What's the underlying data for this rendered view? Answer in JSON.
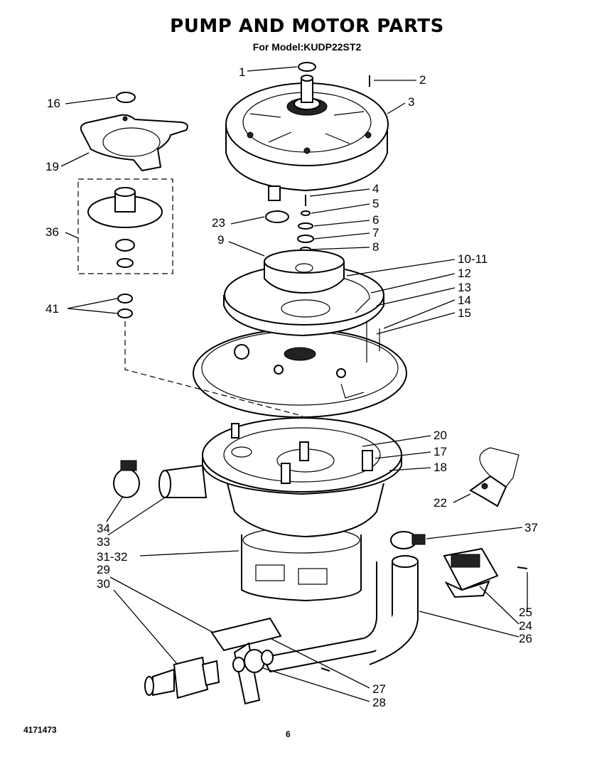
{
  "title": "PUMP AND MOTOR PARTS",
  "subtitle": "For Model:KUDP22ST2",
  "footer": {
    "doc_number": "4171473",
    "page_number": "6"
  },
  "callouts": [
    {
      "id": "c1",
      "text": "1"
    },
    {
      "id": "c2",
      "text": "2"
    },
    {
      "id": "c3",
      "text": "3"
    },
    {
      "id": "c4",
      "text": "4"
    },
    {
      "id": "c5",
      "text": "5"
    },
    {
      "id": "c6",
      "text": "6"
    },
    {
      "id": "c7",
      "text": "7"
    },
    {
      "id": "c8",
      "text": "8"
    },
    {
      "id": "c9",
      "text": "9"
    },
    {
      "id": "c10",
      "text": "10-11"
    },
    {
      "id": "c12",
      "text": "12"
    },
    {
      "id": "c13",
      "text": "13"
    },
    {
      "id": "c14",
      "text": "14"
    },
    {
      "id": "c15",
      "text": "15"
    },
    {
      "id": "c16",
      "text": "16"
    },
    {
      "id": "c17",
      "text": "17"
    },
    {
      "id": "c18",
      "text": "18"
    },
    {
      "id": "c19",
      "text": "19"
    },
    {
      "id": "c20",
      "text": "20"
    },
    {
      "id": "c22",
      "text": "22"
    },
    {
      "id": "c23",
      "text": "23"
    },
    {
      "id": "c24",
      "text": "24"
    },
    {
      "id": "c25",
      "text": "25"
    },
    {
      "id": "c26",
      "text": "26"
    },
    {
      "id": "c27",
      "text": "27"
    },
    {
      "id": "c28",
      "text": "28"
    },
    {
      "id": "c29",
      "text": "29"
    },
    {
      "id": "c30",
      "text": "30"
    },
    {
      "id": "c31",
      "text": "31-32"
    },
    {
      "id": "c33",
      "text": "33"
    },
    {
      "id": "c34",
      "text": "34"
    },
    {
      "id": "c36",
      "text": "36"
    },
    {
      "id": "c37",
      "text": "37"
    },
    {
      "id": "c41",
      "text": "41"
    }
  ]
}
